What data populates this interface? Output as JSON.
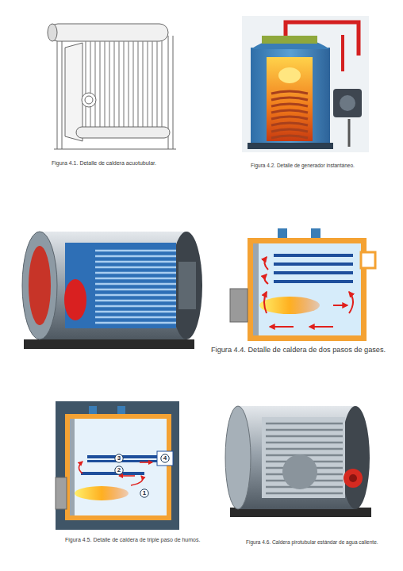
{
  "diagram": {
    "nodes": [
      {
        "text": [
          "3"
        ]
      },
      {
        "text": [
          "4"
        ]
      },
      {
        "text": [
          "2"
        ]
      },
      {
        "text": [
          "1"
        ]
      }
    ],
    "labels": [
      "Figura 4.1. Detalle de caldera acuotubular.",
      "Figura 4.2. Detalle de generador instantáneo.",
      "Figura 4.4. Detalle de caldera de dos pasos de gases.",
      "Figura 4.5. Detalle de caldera de triple paso de humos.",
      "Figura 4.6. Caldera pirotubular estándar de agua caliente."
    ]
  }
}
